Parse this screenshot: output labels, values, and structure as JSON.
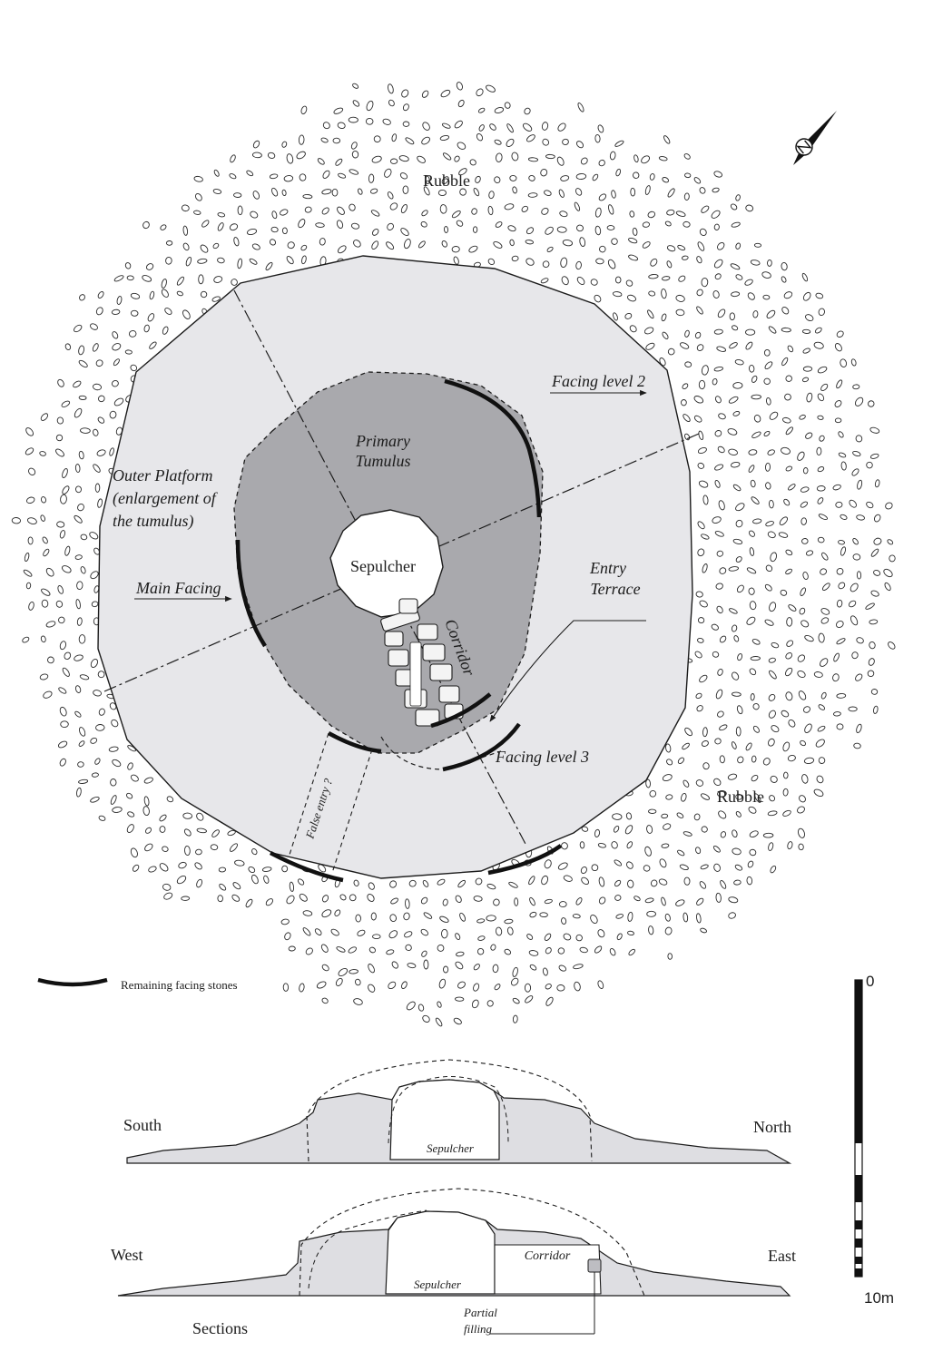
{
  "plan": {
    "labels": {
      "rubble_top": "Rubble",
      "rubble_right": "Rubble",
      "facing_level_2": "Facing level 2",
      "primary_tumulus_line1": "Primary",
      "primary_tumulus_line2": "Tumulus",
      "outer_platform_line1": "Outer Platform",
      "outer_platform_line2": "(enlargement of",
      "outer_platform_line3": "the tumulus)",
      "sepulcher": "Sepulcher",
      "main_facing": "Main Facing",
      "entry_terrace_line1": "Entry",
      "entry_terrace_line2": "Terrace",
      "corridor": "Corridor",
      "facing_level_3": "Facing level 3",
      "false_entry": "False entry ?"
    },
    "north_arrow_icon": "north-arrow-icon",
    "legend": {
      "text": "Remaining facing stones"
    }
  },
  "sections": {
    "ns": {
      "left": "South",
      "right": "North",
      "sepulcher": "Sepulcher"
    },
    "we": {
      "left": "West",
      "right": "East",
      "sepulcher": "Sepulcher",
      "corridor": "Corridor",
      "partial_filling_line1": "Partial",
      "partial_filling_line2": "filling"
    },
    "caption": "Sections"
  },
  "scale": {
    "top": "0",
    "bottom": "10m"
  },
  "colors": {
    "outer_platform": "#e7e7ea",
    "primary_tumulus": "#a9a9ad",
    "section_fill": "#dedee2",
    "line": "#1c1c1c",
    "background": "#ffffff"
  }
}
